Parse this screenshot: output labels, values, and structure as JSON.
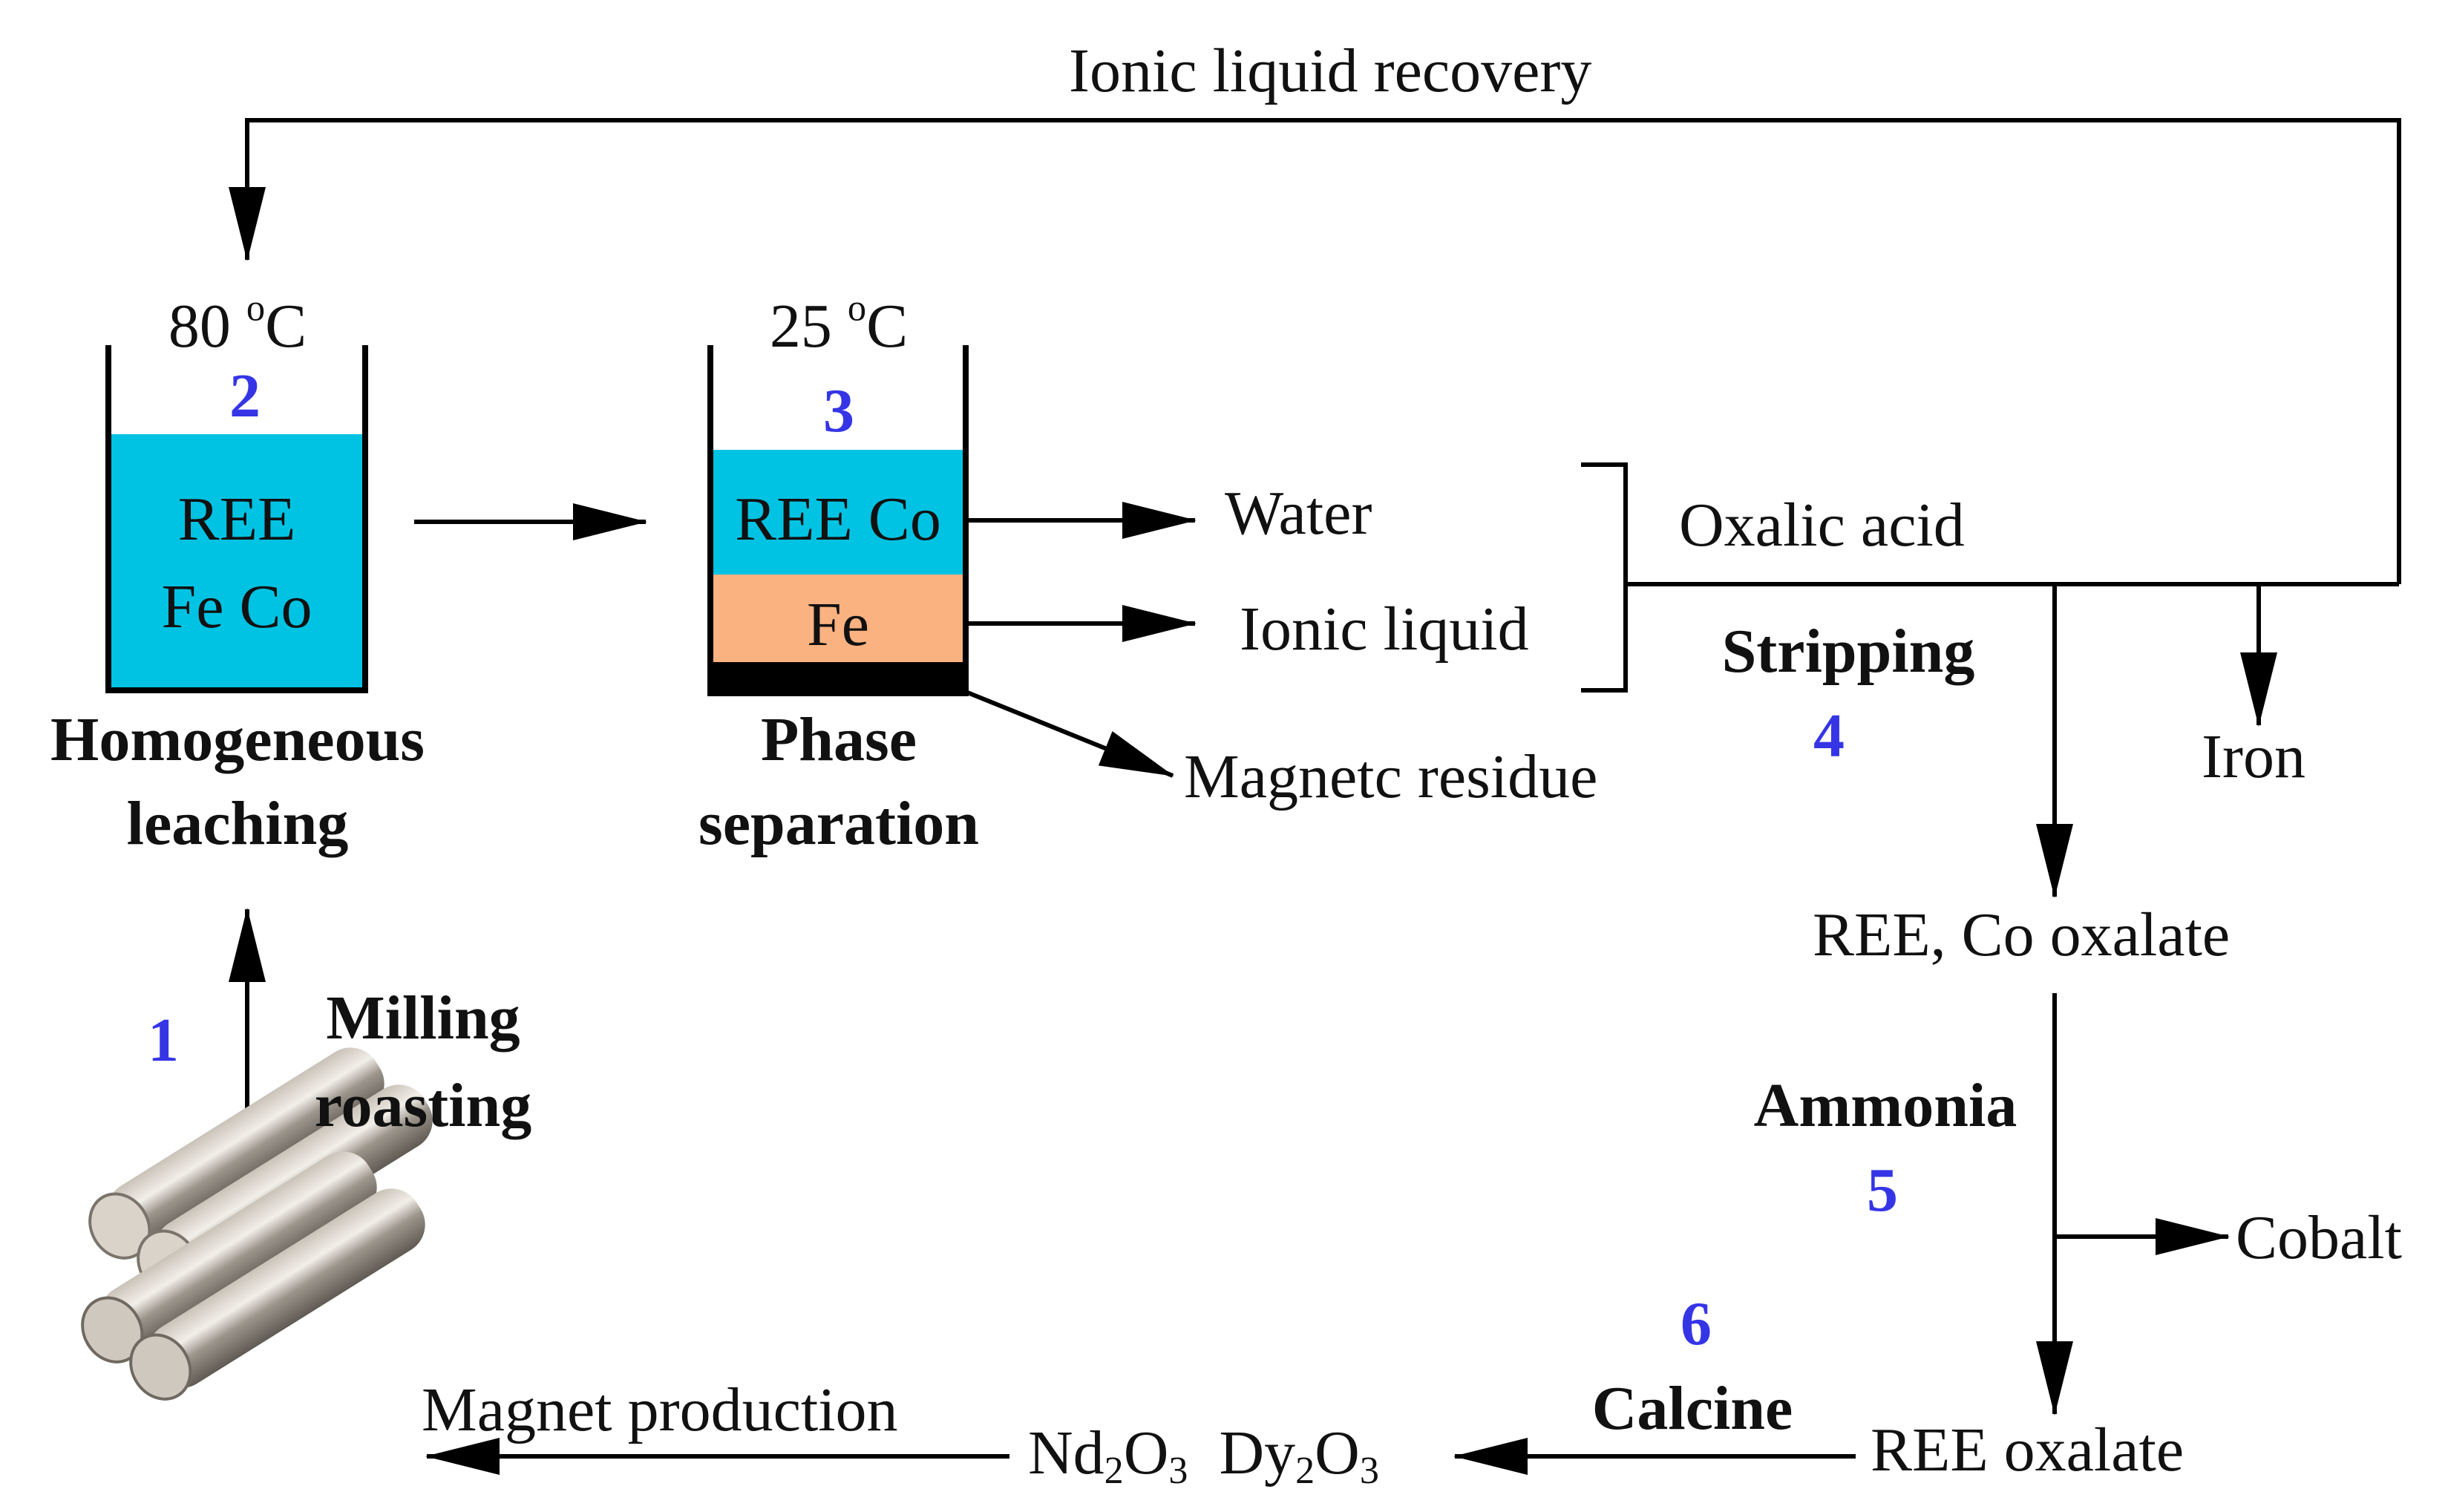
{
  "recovery_label": "Ionic liquid recovery",
  "step1": {
    "number": "1",
    "line1": "Milling",
    "line2": "roasting"
  },
  "step2": {
    "number": "2",
    "temp_value": "80",
    "temp_sup": "o",
    "temp_unit": "C",
    "contents_line1": "REE",
    "contents_line2": "Fe Co",
    "label_line1": "Homogeneous",
    "label_line2": "leaching"
  },
  "step3": {
    "number": "3",
    "temp_value": "25",
    "temp_sup": "o",
    "temp_unit": "C",
    "top_layer": "REE Co",
    "bottom_layer": "Fe",
    "label_line1": "Phase",
    "label_line2": "separation"
  },
  "outputs": {
    "water": "Water",
    "ionic_liquid": "Ionic liquid",
    "residue": "Magnetc residue"
  },
  "step4": {
    "number": "4",
    "reagent": "Oxalic acid",
    "label": "Stripping",
    "byproduct": "Iron",
    "product": "REE, Co oxalate"
  },
  "step5": {
    "number": "5",
    "label": "Ammonia",
    "byproduct": "Cobalt",
    "product": "REE oxalate"
  },
  "step6": {
    "number": "6",
    "label": "Calcine",
    "oxide1_a": "Nd",
    "oxide1_b": "2",
    "oxide1_c": "O",
    "oxide1_d": "3",
    "oxide2_a": "Dy",
    "oxide2_b": "2",
    "oxide2_c": "O",
    "oxide2_d": "3"
  },
  "final": "Magnet production",
  "colors": {
    "liquid": "#00c3e3",
    "fe_layer": "#f9b280",
    "residue": "#000000",
    "number": "#3535e6",
    "stroke": "#000000"
  }
}
